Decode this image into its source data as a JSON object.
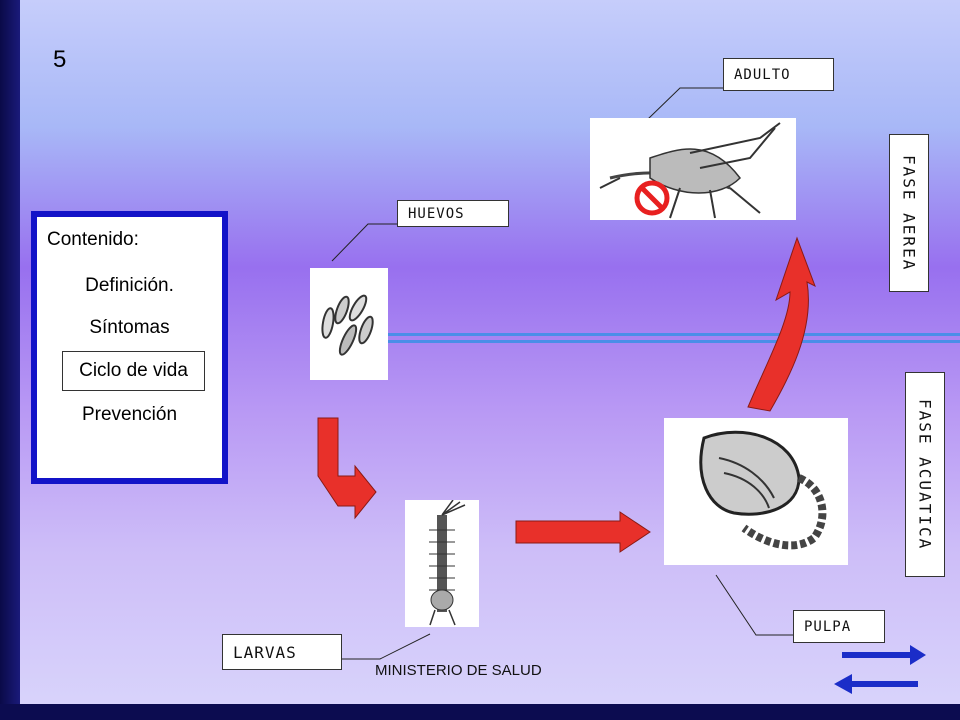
{
  "slide_number": "5",
  "content_menu": {
    "title": "Contenido:",
    "items": [
      "Definición.",
      "Síntomas",
      "Ciclo de vida",
      "Prevención"
    ]
  },
  "stage_labels": {
    "huevos": "HUEVOS",
    "adulto": "ADULTO",
    "larvas": "LARVAS",
    "pulpa": "PULPA"
  },
  "phase_labels": {
    "aerea": "FASE AEREA",
    "acuatica": "FASE ACUATICA"
  },
  "footer": "MINISTERIO DE SALUD",
  "colors": {
    "arrow_red": "#e8302a",
    "nav_blue": "#1b2dc8",
    "panel_border": "#1313c8"
  },
  "icons": [
    "no-symbol-icon",
    "next-arrow-icon",
    "prev-arrow-icon"
  ]
}
